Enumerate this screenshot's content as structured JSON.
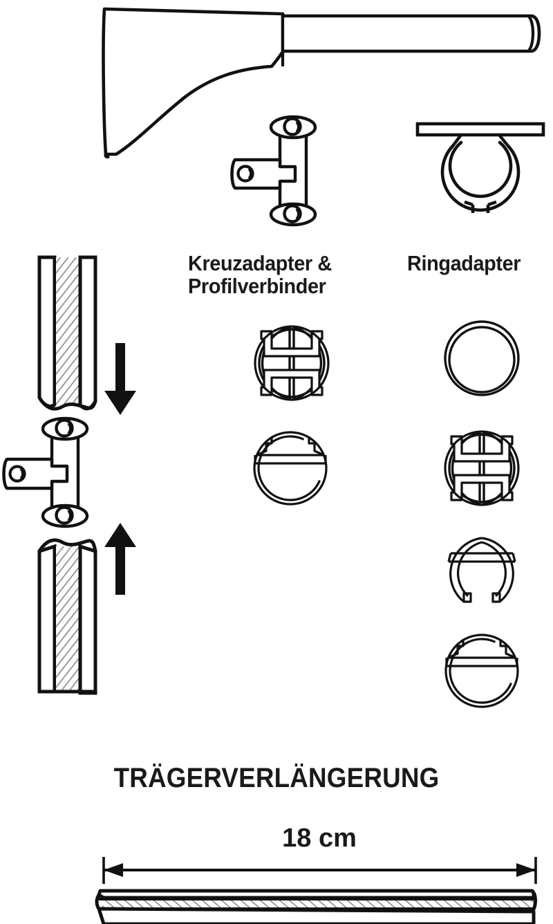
{
  "document": {
    "kind": "technical-assembly-illustration",
    "subject": "Trägerverlängerung (bracket extension) for curtain rail system",
    "background_color": "#ffffff",
    "line_color": "#111111",
    "hatch_color": "#8a8a8a"
  },
  "labels": {
    "kreuzadapter": "Kreuzadapter &\nProfilverbinder",
    "ringadapter": "Ringadapter",
    "title": "TRÄGERVERLÄNGERUNG",
    "dimension": "18 cm"
  },
  "parts": {
    "wall_bracket": {
      "name": "Wandträger mit Verlängerungsarm",
      "description": "curved wall bracket with horizontal extension rod and end cap"
    },
    "cross_adapter": {
      "name": "Kreuzadapter",
      "description": "T-shaped cross adapter with two screw flanges and a cylindrical side arm"
    },
    "ring_adapter": {
      "name": "Ringadapter",
      "description": "C-shaped clamp ring with flat top bar"
    },
    "rail_profile": {
      "name": "Profilschiene",
      "description": "extruded rail with hatched central channel"
    },
    "extension_rail": {
      "name": "Verlängerungsprofil",
      "description": "18 cm extension rail shown in elevation with dimension arrow"
    }
  },
  "cross_sections": {
    "left_column": [
      {
        "id": "h-profile-double",
        "shape": "double-channel H profile in ring"
      },
      {
        "id": "c-ring-bar-top",
        "shape": "C ring with upper horizontal web, gap at top"
      }
    ],
    "right_column": [
      {
        "id": "plain-ring",
        "shape": "plain circular tube"
      },
      {
        "id": "h-profile-double",
        "shape": "double-channel H profile in ring"
      },
      {
        "id": "c-ring-gap-bottom",
        "shape": "C ring with upper web, gap at bottom"
      },
      {
        "id": "c-ring-bar-top",
        "shape": "C ring with upper web, gap at top"
      }
    ]
  },
  "arrows": {
    "down": {
      "direction": "down",
      "meaning": "insert rail into adapter from above"
    },
    "up": {
      "direction": "up",
      "meaning": "insert rail into adapter from below"
    },
    "dimension": {
      "direction": "double",
      "value": "18 cm"
    }
  }
}
